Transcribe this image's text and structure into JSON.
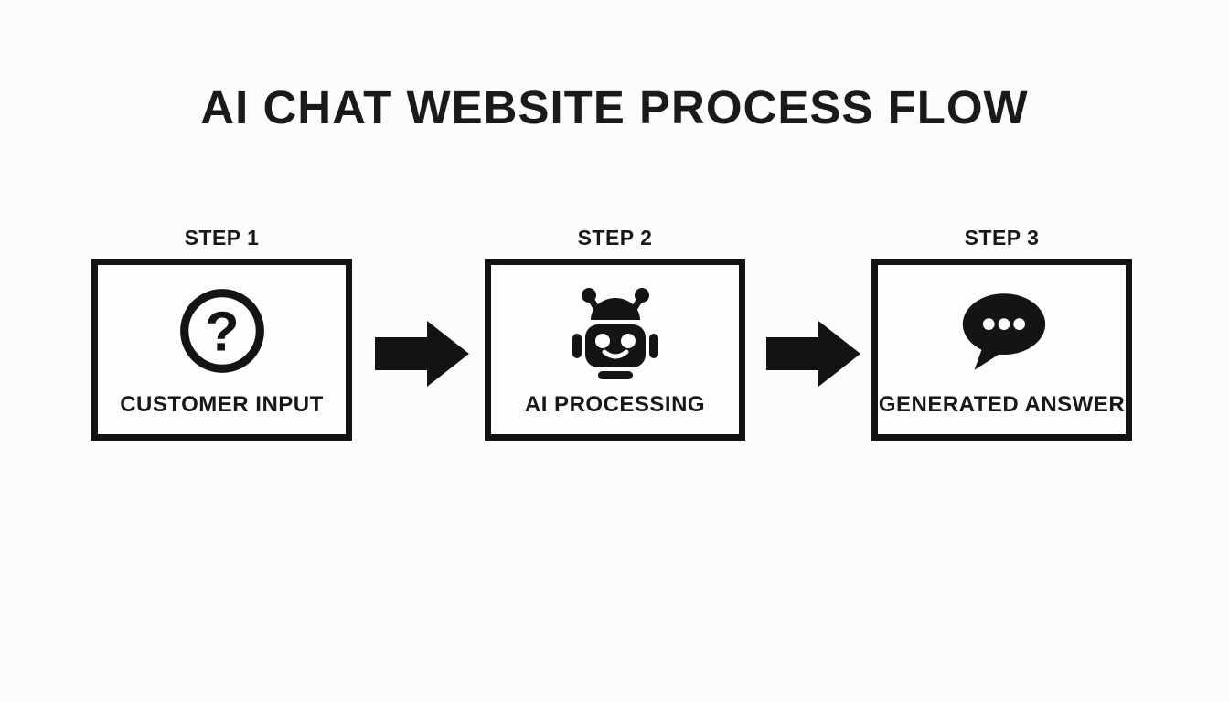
{
  "title": "AI CHAT WEBSITE PROCESS FLOW",
  "steps": [
    {
      "label": "STEP 1",
      "caption": "CUSTOMER INPUT",
      "icon": "question-circle-icon"
    },
    {
      "label": "STEP 2",
      "caption": "AI PROCESSING",
      "icon": "robot-icon"
    },
    {
      "label": "STEP 3",
      "caption": "GENERATED ANSWER",
      "icon": "chat-bubble-icon"
    }
  ],
  "arrows": [
    {
      "name": "right-arrow",
      "direction": "right"
    },
    {
      "name": "right-arrow",
      "direction": "right"
    }
  ],
  "colors": {
    "background": "#fcfcfc",
    "foreground": "#161616",
    "box_border": "#131313",
    "box_background": "#fdfdfd"
  }
}
